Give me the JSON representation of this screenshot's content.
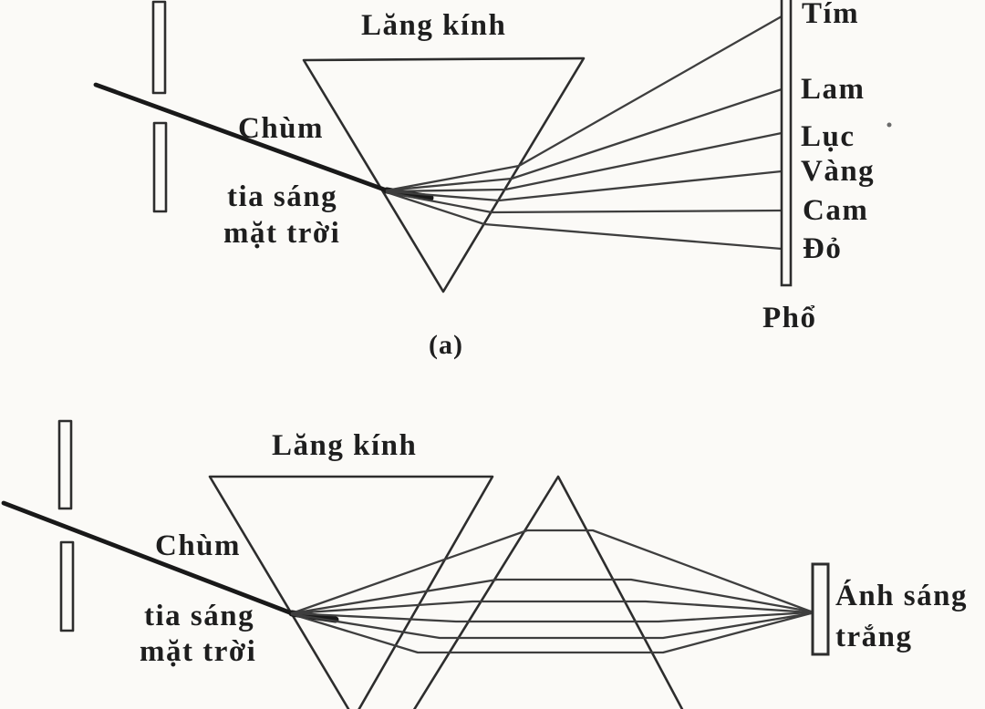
{
  "figure": {
    "background_color": "#fbfaf7",
    "outline_color": "#2d2d2d",
    "ray_color": "#3e3e3e",
    "beam_color": "#191919",
    "text_color": "#1e1e1e",
    "diagram_a": {
      "prism_label": "Lăng kính",
      "beam_label": [
        "Chùm",
        "tia sáng",
        "mặt trời"
      ],
      "spectrum_labels": [
        "Tím",
        "Lam",
        "Lục",
        "Vàng",
        "Cam",
        "Đỏ"
      ],
      "screen_label": "Phổ",
      "caption": "(a)"
    },
    "diagram_b": {
      "prism_label": "Lăng kính",
      "beam_label": [
        "Chùm",
        "tia sáng",
        "mặt trời"
      ],
      "result_label": [
        "Ánh sáng",
        "trắng"
      ]
    }
  }
}
